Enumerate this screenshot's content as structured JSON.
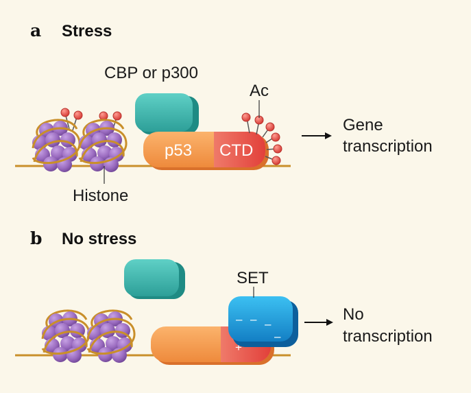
{
  "panel_a": {
    "letter": "a",
    "title": "Stress",
    "coactivator_label": "CBP or p300",
    "acetyl_label": "Ac",
    "p53_label": "p53",
    "ctd_label": "CTD",
    "histone_label": "Histone",
    "outcome_line1": "Gene",
    "outcome_line2": "transcription"
  },
  "panel_b": {
    "letter": "b",
    "title": "No stress",
    "set_label": "SET",
    "outcome_line1": "No",
    "outcome_line2": "transcription",
    "set_charges": [
      "–",
      "–",
      "–",
      "–"
    ],
    "ctd_charges": [
      "+",
      "+",
      "+",
      "+"
    ]
  },
  "colors": {
    "background": "#fbf7ea",
    "dna": "#c98f2a",
    "histone": "#9b6cc0",
    "acetyl": "#e2504a",
    "coactivator": "#3fb8b0",
    "p53": "#f59a4e",
    "ctd": "#e8574f",
    "set": "#1f9ee0"
  },
  "icons": {
    "nucleosome": "nucleosome-icon",
    "acetyl_group": "acetyl-lollipop-icon",
    "arrow": "arrow-right-icon"
  }
}
